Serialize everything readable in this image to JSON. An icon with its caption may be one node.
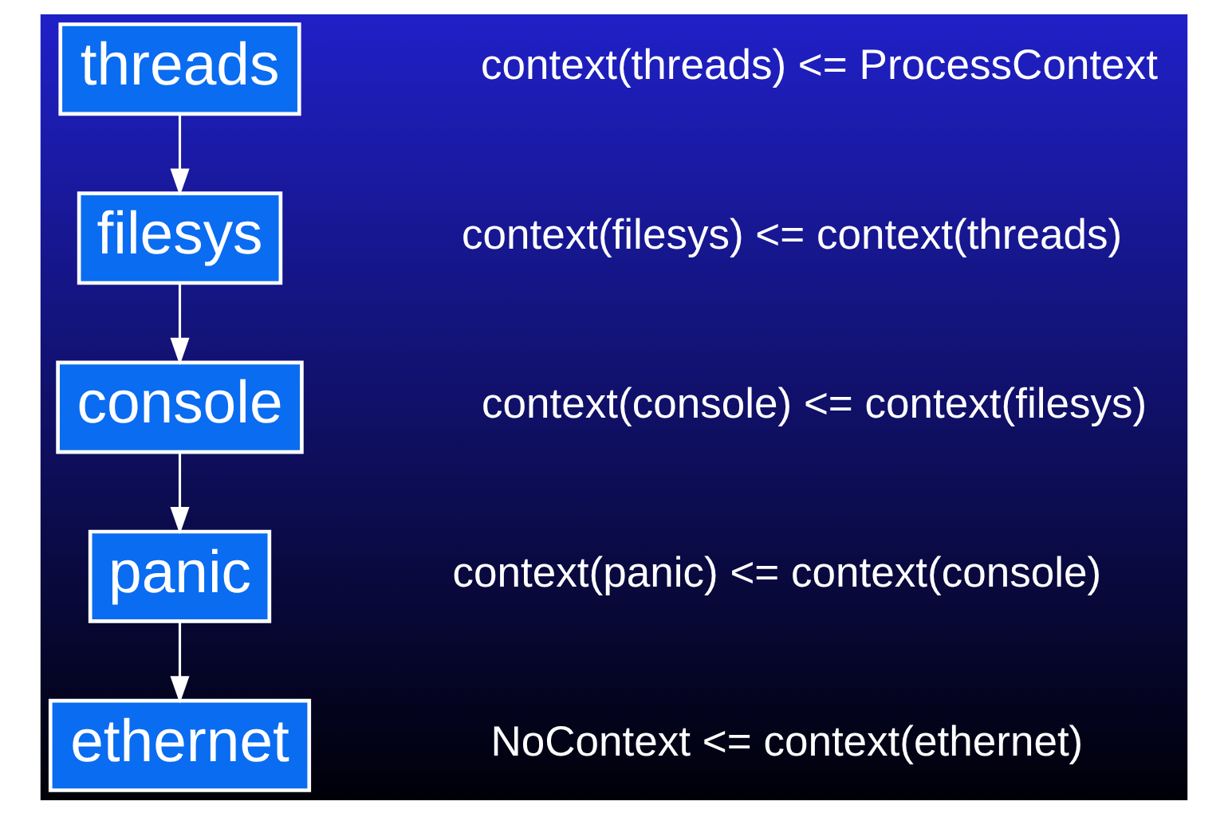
{
  "diagram": {
    "nodes": [
      {
        "text": [
          "threads"
        ]
      },
      {
        "text": [
          "filesys"
        ]
      },
      {
        "text": [
          "console"
        ]
      },
      {
        "text": [
          "panic"
        ]
      },
      {
        "text": [
          "ethernet"
        ]
      }
    ],
    "edges": [
      {
        "from": 0,
        "to": 1,
        "arrow": "to"
      },
      {
        "from": 1,
        "to": 2,
        "arrow": "to"
      },
      {
        "from": 2,
        "to": 3,
        "arrow": "to"
      },
      {
        "from": 3,
        "to": 4,
        "arrow": "to"
      }
    ],
    "labels": [
      "context(threads) <= ProcessContext",
      "context(filesys) <= context(threads)",
      "context(console) <= context(filesys)",
      "context(panic) <= context(console)",
      "NoContext <= context(ethernet)"
    ]
  }
}
